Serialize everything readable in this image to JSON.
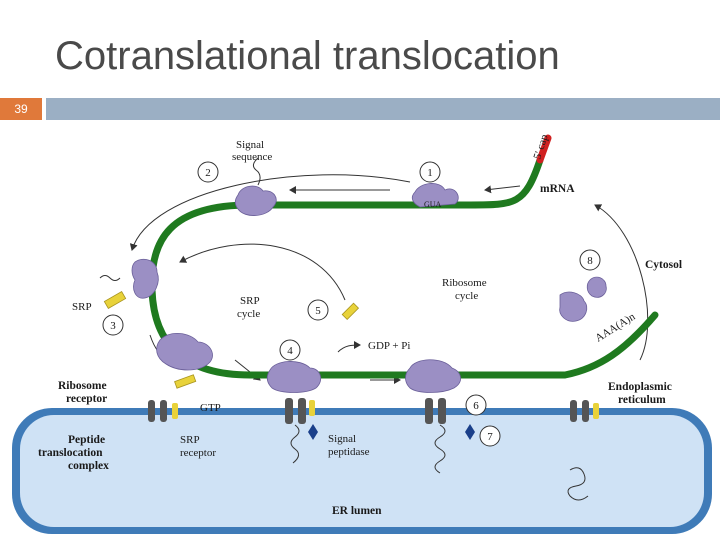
{
  "slide": {
    "title": "Cotranslational translocation",
    "number": "39"
  },
  "diagram": {
    "labels": {
      "signal_sequence_1": "Signal",
      "signal_sequence_2": "sequence",
      "five_cap": "5' cap",
      "mrna": "mRNA",
      "gua": "GUA",
      "cytosol": "Cytosol",
      "srp": "SRP",
      "srp_cycle_1": "SRP",
      "srp_cycle_2": "cycle",
      "ribosome_cycle_1": "Ribosome",
      "ribosome_cycle_2": "cycle",
      "polya": "AAA(A)n",
      "gdp_pi": "GDP + Pi",
      "ribosome_receptor_1": "Ribosome",
      "ribosome_receptor_2": "receptor",
      "gtp": "GTP",
      "er_1": "Endoplasmic",
      "er_2": "reticulum",
      "ptc_1": "Peptide",
      "ptc_2": "translocation",
      "ptc_3": "complex",
      "srp_receptor_1": "SRP",
      "srp_receptor_2": "receptor",
      "signal_peptidase_1": "Signal",
      "signal_peptidase_2": "peptidase",
      "er_lumen": "ER lumen"
    },
    "steps": [
      "1",
      "2",
      "3",
      "4",
      "5",
      "6",
      "7",
      "8"
    ],
    "colors": {
      "mrna": "#1f7a1f",
      "ribosome": "#9b8fc4",
      "srp": "#e8d23a",
      "er_membrane": "#3f7bb8",
      "er_lumen": "#cfe2f5",
      "title_bar": "#9bafc4",
      "number_box": "#e0793a"
    }
  }
}
